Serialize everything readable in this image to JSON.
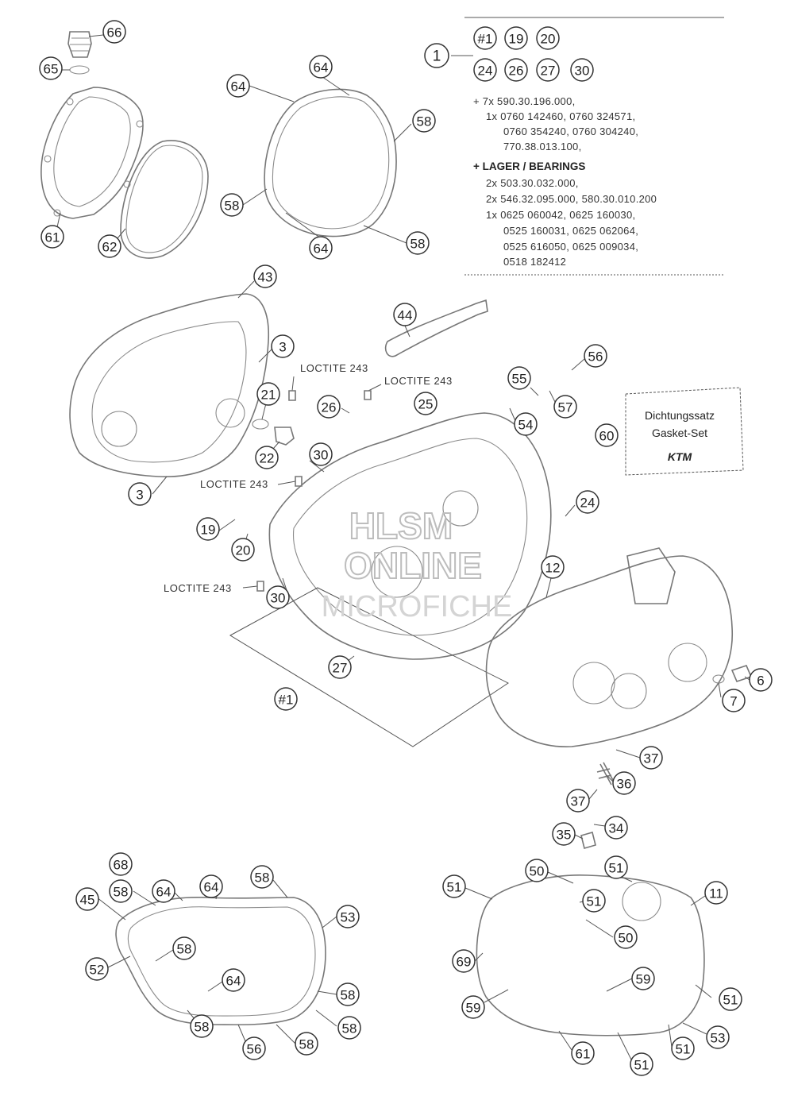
{
  "kit_box": {
    "kit_ref": "1",
    "kit_members": [
      "#1",
      "19",
      "20",
      "24",
      "26",
      "27",
      "30"
    ],
    "plus_screws_title": "+ 7x 590.30.196.000,",
    "screw_lines": [
      "1x 0760 142460, 0760 324571,",
      "0760 354240, 0760 304240,",
      "770.38.013.100,"
    ],
    "bearings_title": "+ LAGER / BEARINGS",
    "bearing_lines": [
      "2x 503.30.032.000,",
      "2x 546.32.095.000, 580.30.010.200",
      "1x 0625 060042, 0625 160030,",
      "0525 160031, 0625 062064,",
      "0525 616050, 0625 009034,",
      "0518 182412"
    ]
  },
  "gasket_set": {
    "label_de": "Dichtungssatz",
    "label_en": "Gasket-Set",
    "brand": "KTM",
    "ref": "60"
  },
  "loctite_labels": [
    "LOCTITE 243",
    "LOCTITE 243",
    "LOCTITE 243",
    "LOCTITE 243"
  ],
  "watermark": {
    "line1": "HLSM",
    "line2": "ONLINE",
    "line3": "MICROFICHE"
  },
  "callouts": [
    "66",
    "65",
    "61",
    "62",
    "64",
    "64",
    "58",
    "58",
    "64",
    "58",
    "43",
    "3",
    "21",
    "22",
    "3",
    "44",
    "26",
    "25",
    "30",
    "19",
    "20",
    "30",
    "27",
    "#1",
    "55",
    "56",
    "57",
    "54",
    "24",
    "12",
    "6",
    "7",
    "37",
    "36",
    "37",
    "34",
    "35",
    "68",
    "58",
    "45",
    "64",
    "64",
    "58",
    "53",
    "58",
    "52",
    "64",
    "58",
    "58",
    "56",
    "58",
    "58",
    "51",
    "50",
    "51",
    "11",
    "51",
    "69",
    "50",
    "59",
    "59",
    "51",
    "61",
    "51",
    "51",
    "53"
  ]
}
